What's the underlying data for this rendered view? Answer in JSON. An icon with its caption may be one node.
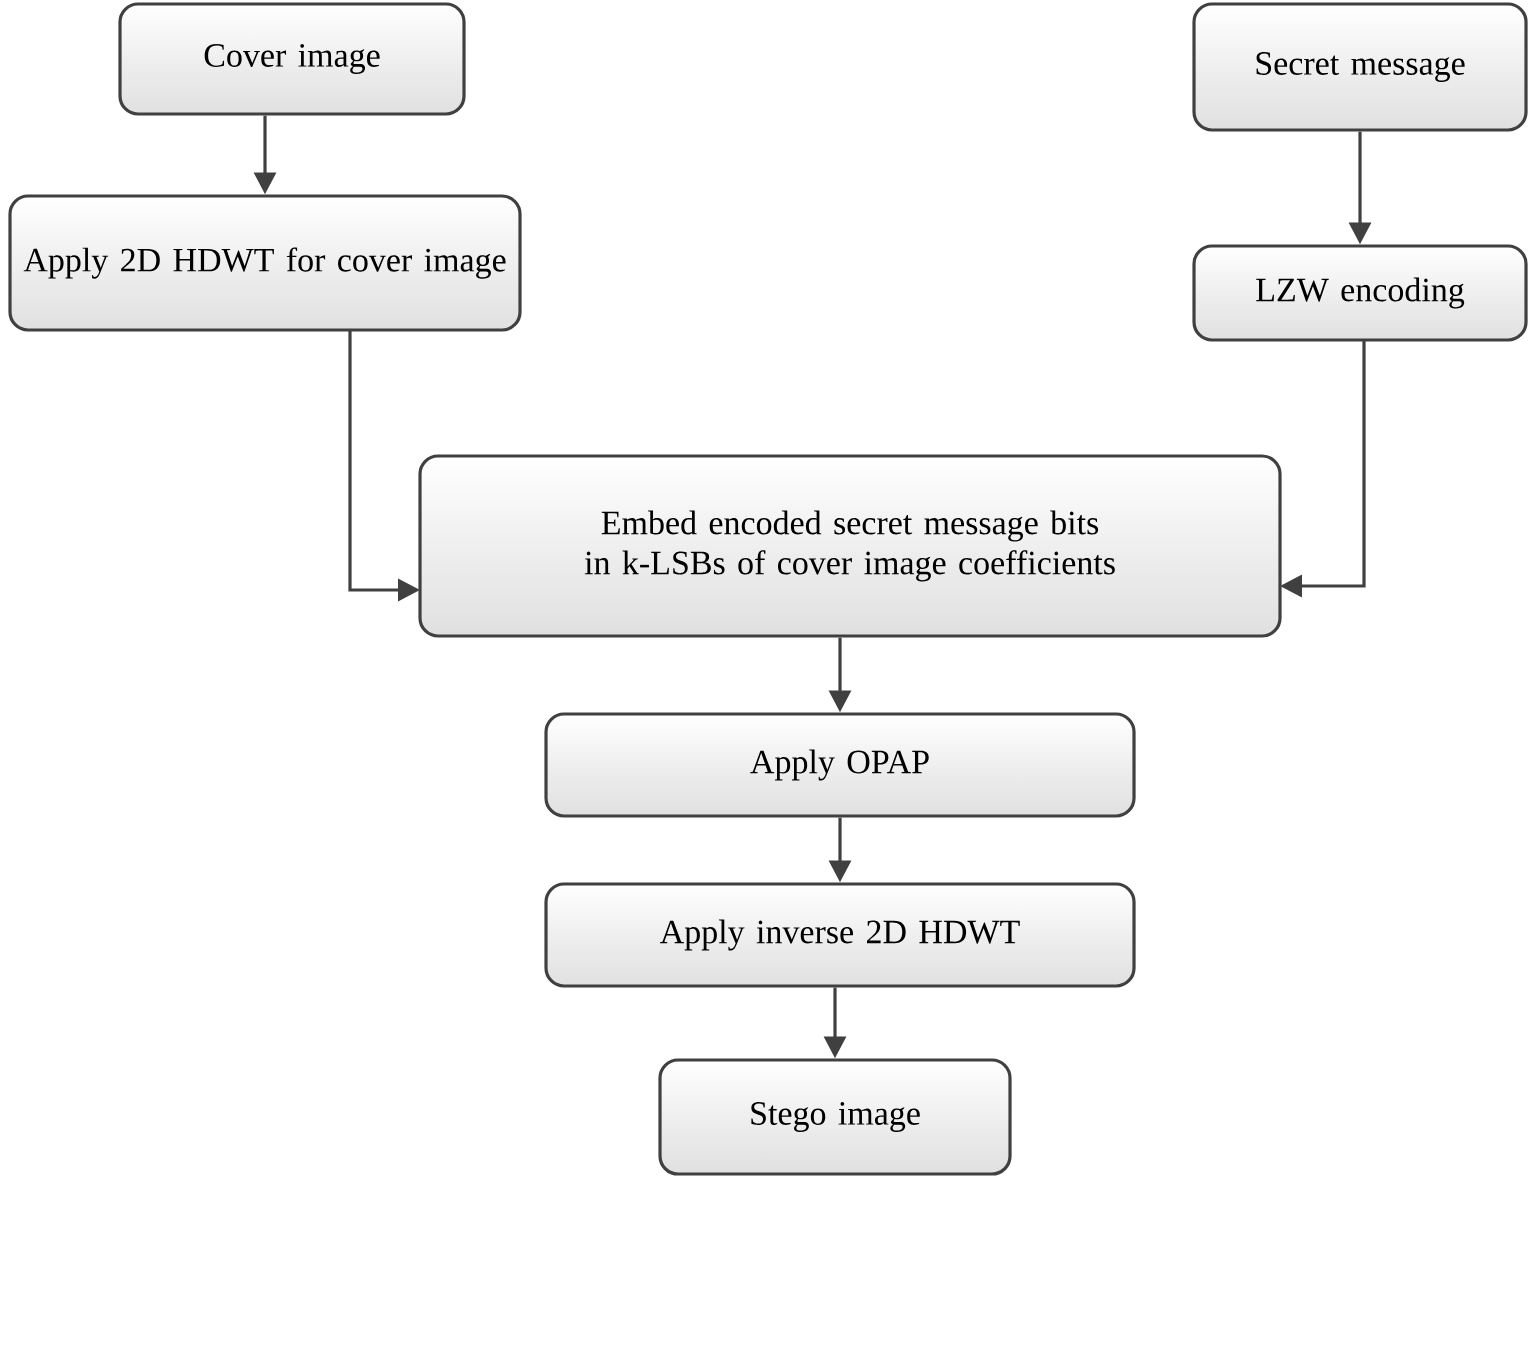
{
  "diagram": {
    "nodes": [
      {
        "text": [
          "Cover image"
        ]
      },
      {
        "text": [
          "Secret message"
        ]
      },
      {
        "text": [
          "Apply 2D HDWT for cover image"
        ]
      },
      {
        "text": [
          "LZW encoding"
        ]
      },
      {
        "text": [
          "Embed encoded secret message bits in k-LSBs of cover image coefficients"
        ]
      },
      {
        "text": [
          "Apply OPAP"
        ]
      },
      {
        "text": [
          "Apply inverse 2D HDWT"
        ]
      },
      {
        "text": [
          "Stego image"
        ]
      }
    ],
    "edges": [
      {
        "from": 0,
        "to": 2,
        "arrow": "to"
      },
      {
        "from": 1,
        "to": 3,
        "arrow": "to"
      },
      {
        "from": 2,
        "to": 4,
        "arrow": "to"
      },
      {
        "from": 3,
        "to": 4,
        "arrow": "to"
      },
      {
        "from": 4,
        "to": 5,
        "arrow": "to"
      },
      {
        "from": 5,
        "to": 6,
        "arrow": "to"
      },
      {
        "from": 6,
        "to": 7,
        "arrow": "to"
      }
    ]
  }
}
